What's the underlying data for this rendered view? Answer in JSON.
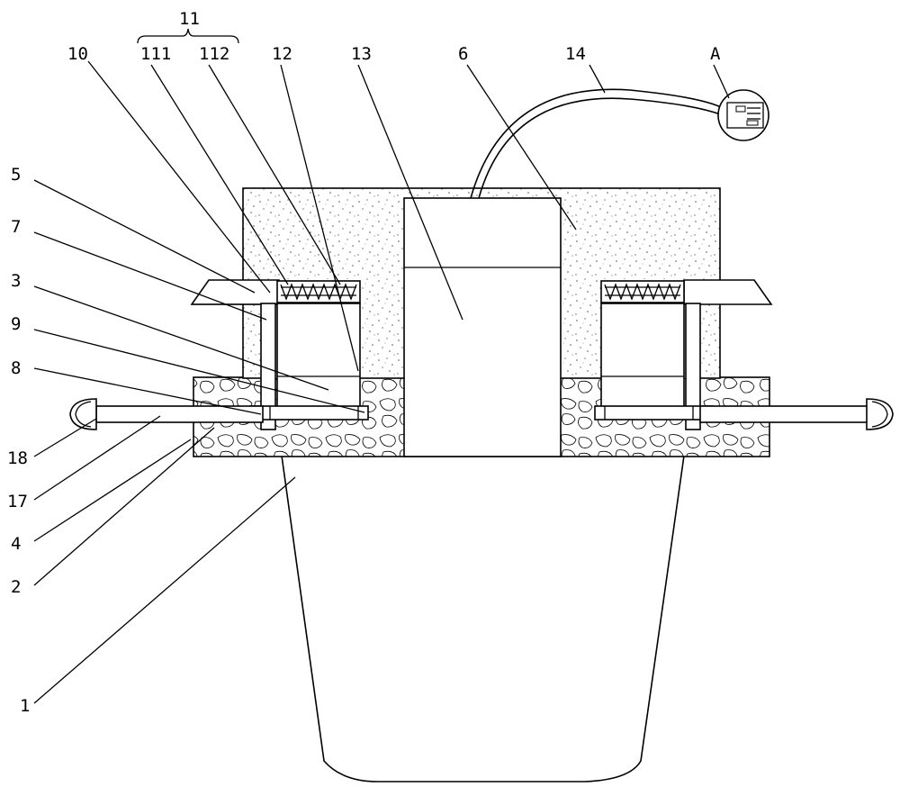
{
  "figure": {
    "labels": [
      {
        "id": "11",
        "text": "11"
      },
      {
        "id": "10",
        "text": "10"
      },
      {
        "id": "111",
        "text": "111"
      },
      {
        "id": "112",
        "text": "112"
      },
      {
        "id": "12",
        "text": "12"
      },
      {
        "id": "13",
        "text": "13"
      },
      {
        "id": "6",
        "text": "6"
      },
      {
        "id": "14",
        "text": "14"
      },
      {
        "id": "A",
        "text": "A"
      },
      {
        "id": "5",
        "text": "5"
      },
      {
        "id": "7",
        "text": "7"
      },
      {
        "id": "3",
        "text": "3"
      },
      {
        "id": "9",
        "text": "9"
      },
      {
        "id": "8",
        "text": "8"
      },
      {
        "id": "18",
        "text": "18"
      },
      {
        "id": "17",
        "text": "17"
      },
      {
        "id": "4",
        "text": "4"
      },
      {
        "id": "2",
        "text": "2"
      },
      {
        "id": "1",
        "text": "1"
      }
    ]
  }
}
